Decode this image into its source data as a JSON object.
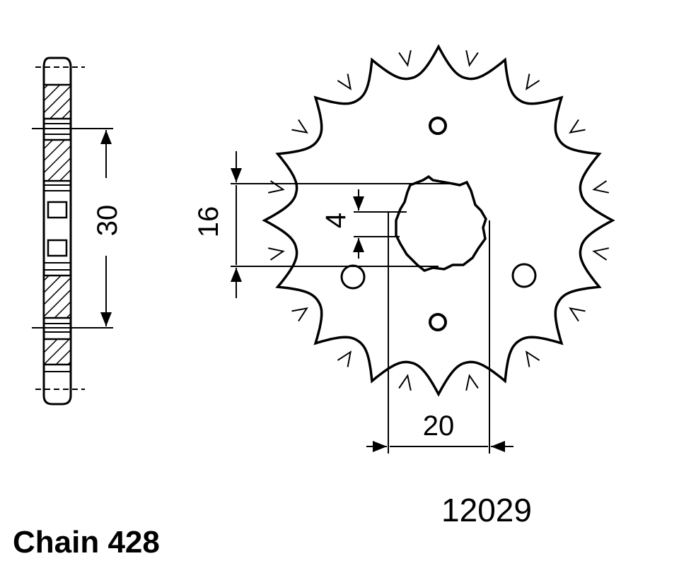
{
  "labels": {
    "dim_height": "16",
    "dim_width": "20",
    "dim_key": "4",
    "dim_thickness": "30",
    "part_number": "12029",
    "chain": "Chain 428"
  },
  "colors": {
    "ink": "#000000",
    "paper": "#ffffff"
  }
}
